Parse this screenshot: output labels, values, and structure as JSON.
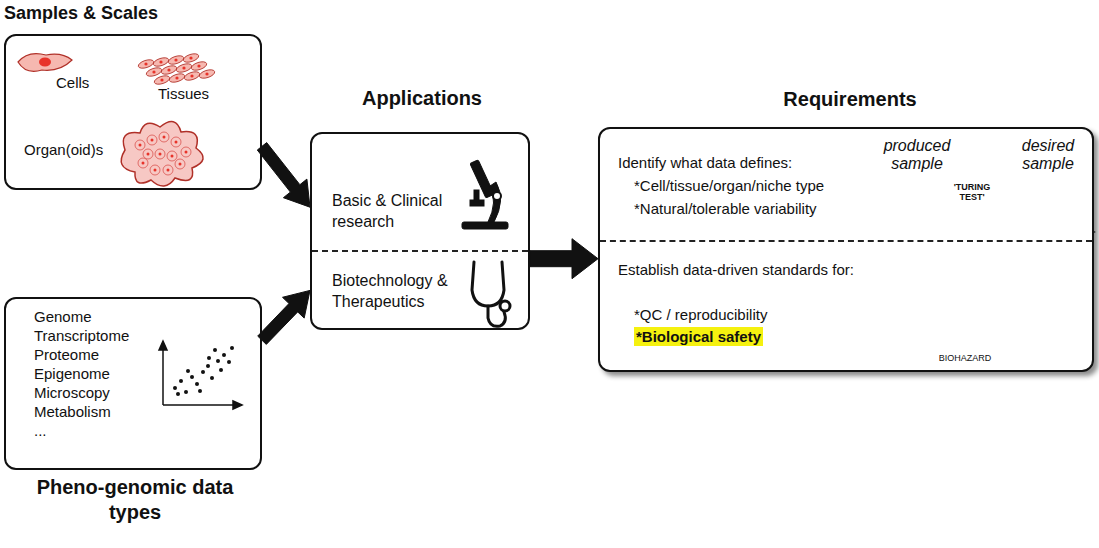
{
  "diagram": {
    "nodes": [
      {
        "text": [
          "Samples & Scales",
          "Cells",
          "Tissues",
          "Organ(oid)s"
        ]
      },
      {
        "text": [
          "Genome",
          "Transcriptome",
          "Proteome",
          "Epigenome",
          "Microscopy",
          "Metabolism",
          "...",
          "Pheno-genomic data types"
        ]
      },
      {
        "text": [
          "Applications",
          "Basic & Clinical research",
          "Biotechnology & Therapeutics"
        ]
      },
      {
        "text": [
          "Requirements",
          "Identify what data defines:",
          "*Cell/tissue/organ/niche type",
          "*Natural/tolerable variability",
          "Establish data-driven standards for:",
          "*QC / reproducibility",
          "*Biological safety"
        ]
      }
    ],
    "edges": [
      {
        "from": 0,
        "to": 2,
        "arrow": "to"
      },
      {
        "from": 1,
        "to": 2,
        "arrow": "to"
      },
      {
        "from": 2,
        "to": 3,
        "arrow": "to"
      }
    ],
    "labels": [
      "produced sample",
      "desired sample",
      "'TURING TEST'",
      "BIOHAZARD"
    ]
  }
}
